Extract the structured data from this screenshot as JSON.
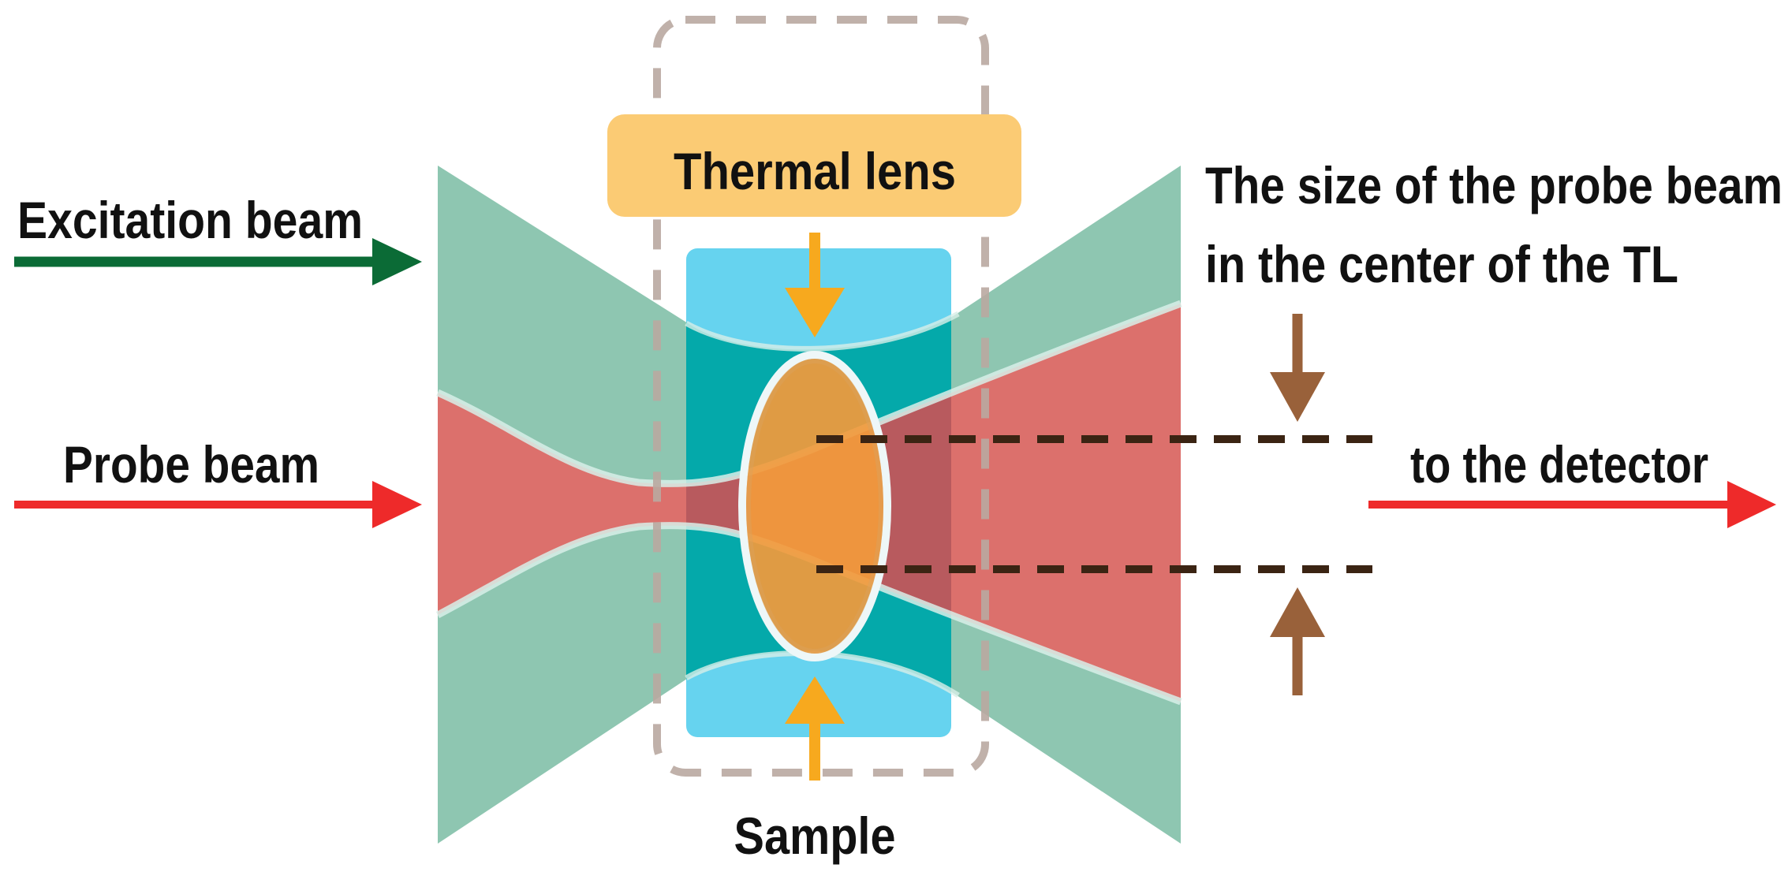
{
  "labels": {
    "excitation_beam": "Excitation beam",
    "probe_beam": "Probe beam",
    "thermal_lens": "Thermal lens",
    "sample": "Sample",
    "probe_size_line1": "The size of the probe beam",
    "probe_size_line2": "in the center of the TL",
    "to_detector": "to the detector"
  },
  "colors": {
    "excitation_beam": "#8ec6b1",
    "excitation_arrow": "#0b6b36",
    "probe_beam": "#e06c68",
    "probe_arrow": "#ee2a2a",
    "sample": "#66d3ef",
    "overlap": "#04a9aa",
    "thermal_lens": "#f29a3c",
    "thermal_lens_label_bg": "#fbcb74",
    "lens_arrow": "#f7a91e",
    "measure_arrow": "#99613a",
    "dashed_box": "#b9a9a1",
    "measure_line": "#3b2413"
  }
}
